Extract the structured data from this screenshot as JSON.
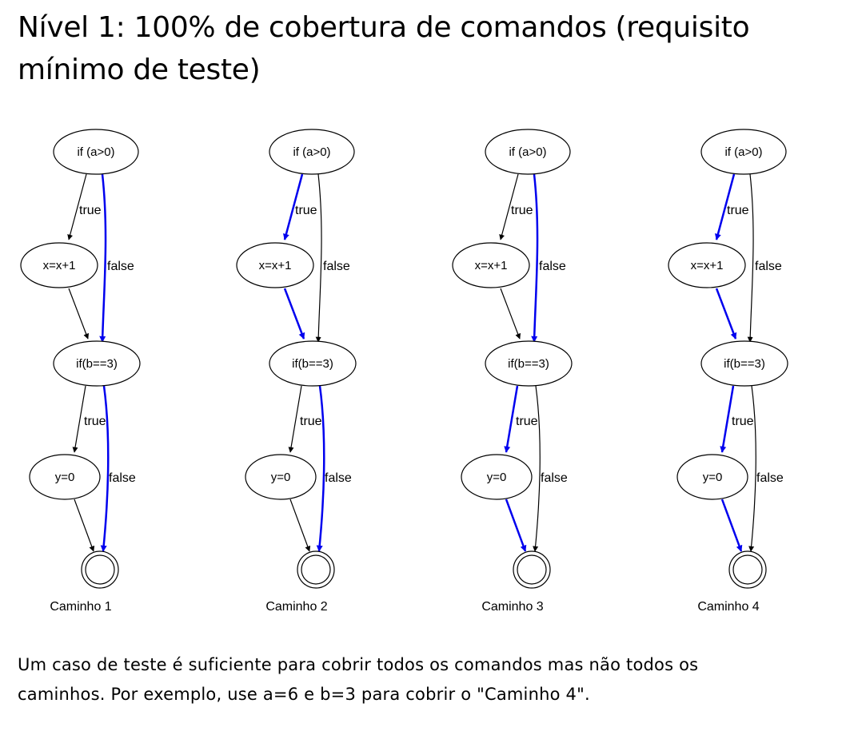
{
  "title_line1": "Nível 1: 100% de cobertura de comandos (requisito",
  "title_line2": "mínimo de teste)",
  "node_labels": {
    "if_a": "if (a>0)",
    "assign_x": "x=x+1",
    "if_b": "if(b==3)",
    "assign_y": "y=0"
  },
  "edge_labels": {
    "true": "true",
    "false": "false"
  },
  "colors": {
    "highlight": "#0000ee",
    "normal": "#000000"
  },
  "graphs": [
    {
      "label": "Caminho 1",
      "path": [
        "a-false",
        "b-false"
      ]
    },
    {
      "label": "Caminho 2",
      "path": [
        "a-true",
        "x-b",
        "b-false"
      ]
    },
    {
      "label": "Caminho 3",
      "path": [
        "a-false",
        "b-true",
        "y-end"
      ]
    },
    {
      "label": "Caminho 4",
      "path": [
        "a-true",
        "x-b",
        "b-true",
        "y-end"
      ]
    }
  ],
  "body_line1": "Um caso de teste é suficiente para cobrir todos os comandos mas não todos os",
  "body_line2": "caminhos. Por exemplo, use a=6 e b=3 para cobrir o \"Caminho 4\"."
}
